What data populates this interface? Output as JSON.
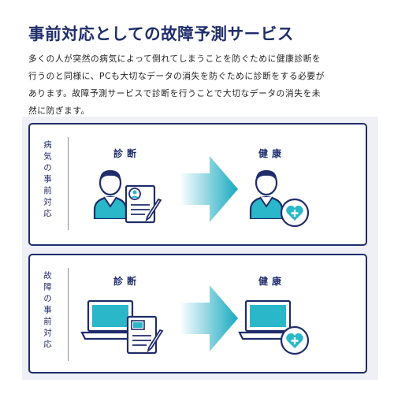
{
  "title": "事前対応としての故障予測サービス",
  "intro_lines": [
    "多くの人が突然の病気によって倒れてしまうことを防ぐために健康診断を",
    "行うのと同様に、PCも大切なデータの消失を防ぐために診断をする必要が",
    "あります。故障予測サービスで診断を行うことで大切なデータの消失を未",
    "然に防ぎます。"
  ],
  "panels": [
    {
      "side_label": "病気の事前対応",
      "left_heading": "診断",
      "right_heading": "健康",
      "left_icons": [
        "person-icon",
        "medical-document-icon"
      ],
      "right_icons": [
        "person-icon",
        "heart-plus-icon"
      ]
    },
    {
      "side_label": "故障の事前対応",
      "left_heading": "診断",
      "right_heading": "健康",
      "left_icons": [
        "laptop-icon",
        "pc-document-icon"
      ],
      "right_icons": [
        "laptop-icon",
        "heart-plus-icon"
      ]
    }
  ],
  "colors": {
    "navy": "#1f2d6b",
    "teal": "#29b7c9",
    "arrow_start": "#ffffff",
    "arrow_end": "#18a9c0",
    "panel_bg": "#eef0f5"
  }
}
